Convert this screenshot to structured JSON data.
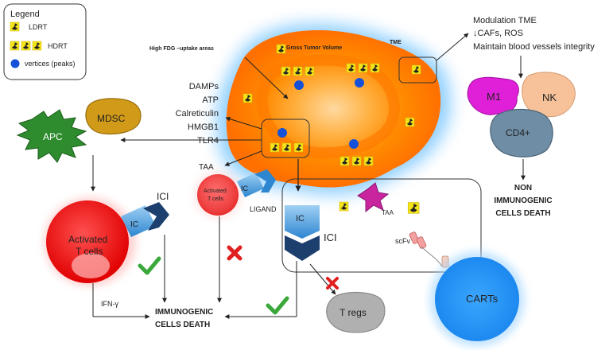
{
  "legend": {
    "title": "Legend",
    "items": [
      {
        "label": "LDRT",
        "icon": "radiation-icon",
        "count": 1
      },
      {
        "label": "HDRT",
        "icon": "radiation-icon",
        "count": 3
      },
      {
        "label": "vertices (peaks)",
        "icon": "blue-dot-icon"
      }
    ]
  },
  "tumor": {
    "gross_label": "Gross Tumor Volume",
    "fdg_label": "High FDG –uptake areas",
    "tme_label": "TME"
  },
  "tme_effects": {
    "line1": "Modulation TME",
    "line2": "↓CAFs, ROS",
    "line3": "Maintain blood vessels integrity"
  },
  "cells": {
    "m1": "M1",
    "nk": "NK",
    "cd4": "CD4+",
    "mdsc": "MDSC",
    "apc": "APC",
    "activated_t_line1": "Activated",
    "activated_t_line2": "T cells",
    "small_activated_line1": "Activated",
    "small_activated_line2": "T cells",
    "tregs": "T regs",
    "carts": "CARTs"
  },
  "non_immuno": {
    "line1": "NON",
    "line2": "IMMUNOGENIC",
    "line3": "CELLS  DEATH"
  },
  "damps": [
    "DAMPs",
    "ATP",
    "Calreticulin",
    "HMGB1",
    "TLR4"
  ],
  "labels": {
    "taa_left": "TAA",
    "taa_right": "TAA",
    "ic_left": "IC",
    "ici_left": "ICI",
    "ic_mid": "IC",
    "ligand": "LIGAND",
    "ic_center": "IC",
    "ici_center": "ICI",
    "scfv": "scFv",
    "ifn": "IFN-γ"
  },
  "immunogenic": {
    "line1": "IMMUNOGENIC",
    "line2": "CELLS DEATH"
  },
  "colors": {
    "tumor_core": "#ff7a00",
    "tumor_glow": "#7ec8ff",
    "radiation_bg": "#f5e31a",
    "peak_dot": "#1450d8",
    "m1": "#e020d8",
    "nk": "#f7c29a",
    "cd4": "#6f8ea6",
    "mdsc": "#d19a18",
    "apc": "#2e8b2e",
    "activated_t": "#ff1010",
    "ic_blue": "#5aa8e0",
    "ici_navy": "#1d3f6e",
    "carts": "#1e90f0",
    "tregs": "#b0b0b0",
    "check": "#3aa83a",
    "cross": "#e02020"
  }
}
